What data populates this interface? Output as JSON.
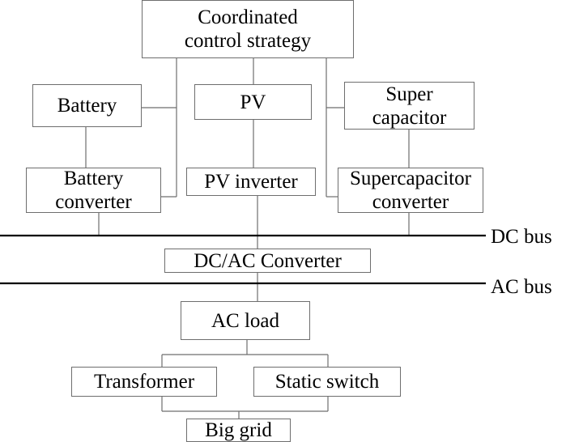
{
  "diagram": {
    "coordinated_control": {
      "line1": "Coordinated",
      "line2": "control strategy"
    },
    "battery": "Battery",
    "pv": "PV",
    "supercap": {
      "line1": "Super",
      "line2": "capacitor"
    },
    "battery_converter": {
      "line1": "Battery",
      "line2": "converter"
    },
    "pv_inverter": "PV inverter",
    "supercap_converter": {
      "line1": "Supercapacitor",
      "line2": "converter"
    },
    "dc_bus": "DC bus",
    "dcac_converter": "DC/AC Converter",
    "ac_bus": "AC bus",
    "ac_load": "AC load",
    "transformer": "Transformer",
    "static_switch": "Static switch",
    "big_grid": "Big grid"
  }
}
